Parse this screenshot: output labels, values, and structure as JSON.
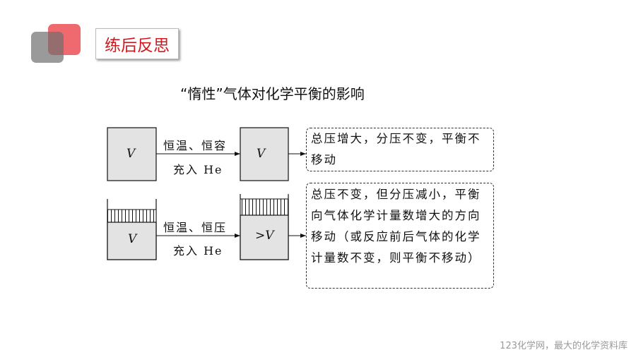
{
  "section_title": "练后反思",
  "heading": "“惰性”气体对化学平衡的影响",
  "rows": [
    {
      "start_volume": "V",
      "cond1": "恒温、恒容",
      "cond2": "充入 He",
      "end_volume": "V",
      "result": "总压增大，分压不变，平衡不移动"
    },
    {
      "start_volume": "V",
      "cond1": "恒温、恒压",
      "cond2": "充入 He",
      "end_volume": ">V",
      "result": "总压不变，但分压减小，平衡向气体化学计量数增大的方向移动（或反应前后气体的化学计量数不变，则平衡不移动）"
    }
  ],
  "footer": "123化学网，最大的化学资料库"
}
